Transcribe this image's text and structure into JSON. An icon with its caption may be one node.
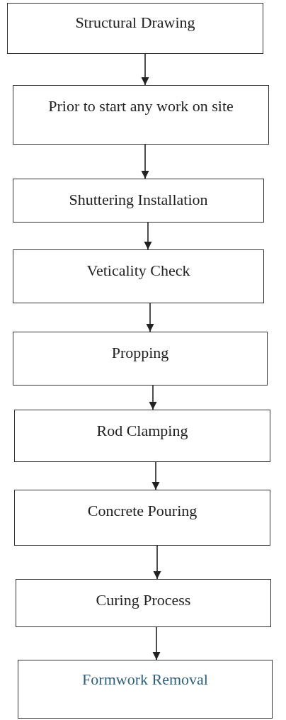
{
  "diagram": {
    "nodes": [
      {
        "text": [
          "Structural Drawing"
        ]
      },
      {
        "text": [
          "Prior to start any work on site"
        ]
      },
      {
        "text": [
          "Shuttering Installation"
        ]
      },
      {
        "text": [
          "Veticality Check"
        ]
      },
      {
        "text": [
          "Propping"
        ]
      },
      {
        "text": [
          "Rod Clamping"
        ]
      },
      {
        "text": [
          "Concrete Pouring"
        ]
      },
      {
        "text": [
          "Curing Process"
        ]
      },
      {
        "text": [
          "Formwork Removal"
        ]
      }
    ],
    "edges": [
      {
        "from": 0,
        "to": 1,
        "arrow": "to"
      },
      {
        "from": 1,
        "to": 2,
        "arrow": "to"
      },
      {
        "from": 2,
        "to": 3,
        "arrow": "to"
      },
      {
        "from": 3,
        "to": 4,
        "arrow": "to"
      },
      {
        "from": 4,
        "to": 5,
        "arrow": "to"
      },
      {
        "from": 5,
        "to": 6,
        "arrow": "to"
      },
      {
        "from": 6,
        "to": 7,
        "arrow": "to"
      },
      {
        "from": 7,
        "to": 8,
        "arrow": "to"
      }
    ]
  }
}
